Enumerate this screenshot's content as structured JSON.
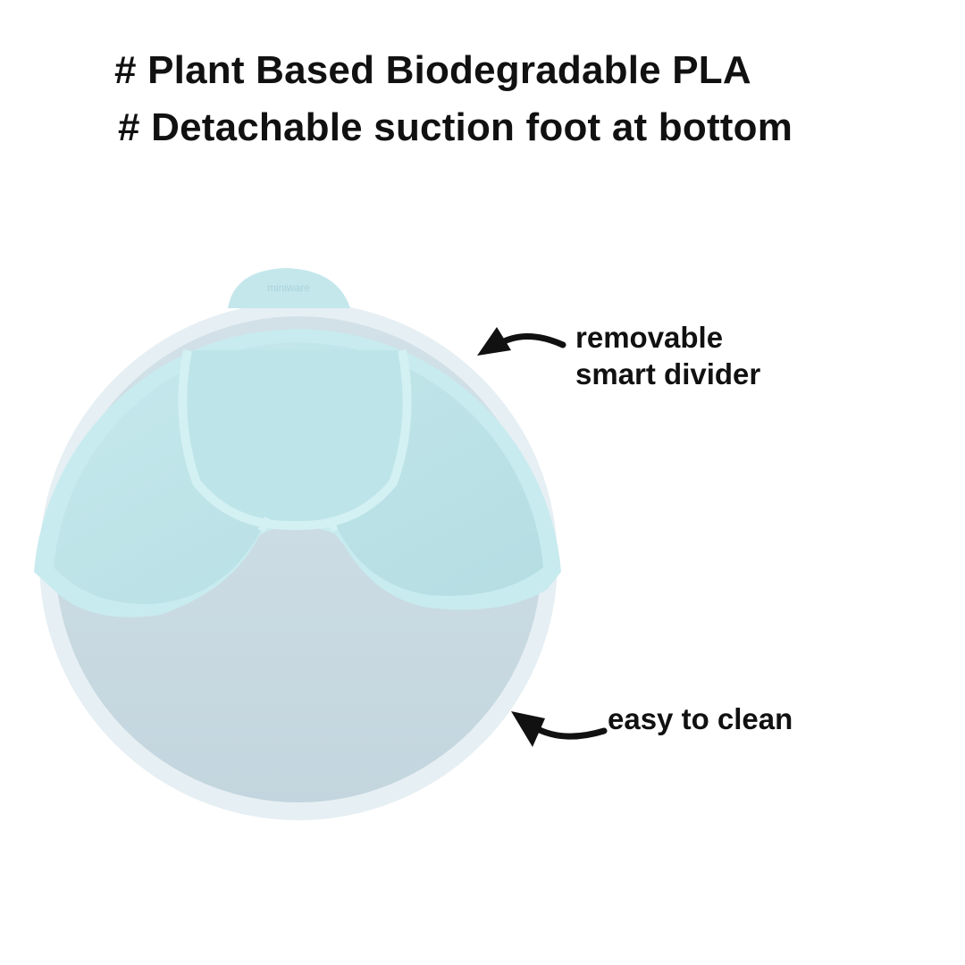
{
  "headlines": [
    "# Plant Based Biodegradable PLA",
    "# Detachable suction foot at bottom"
  ],
  "callouts": {
    "divider": [
      "removable",
      "smart divider"
    ],
    "clean": "easy to clean"
  },
  "product": {
    "brand_logo": "miniware"
  },
  "colors": {
    "divider": "#bfe6ea",
    "plate": "#c9dbe3",
    "text": "#111111"
  }
}
